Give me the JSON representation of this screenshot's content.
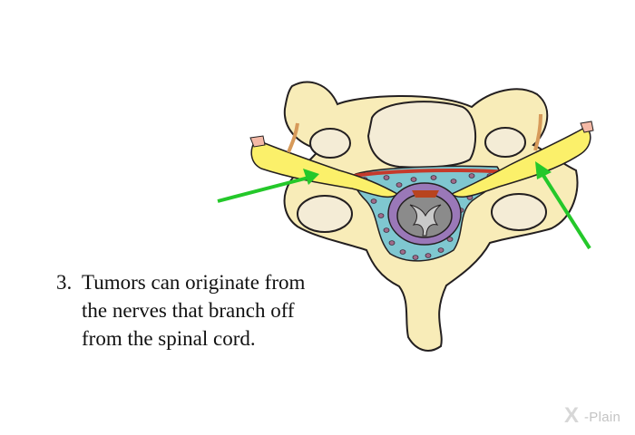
{
  "caption": {
    "number": "3.",
    "lines": [
      "Tumors can originate from",
      "the nerves that branch off",
      "from the spinal cord."
    ]
  },
  "logo": {
    "mark": "X",
    "text": "-Plain"
  },
  "colors": {
    "bone": "#f8ecb8",
    "bone_outline": "#231f20",
    "disc": "#f4ecd6",
    "nerve": "#fbf06a",
    "dural_fat": "#7fc7d0",
    "artery": "#c53a2b",
    "arrow": "#24c82a",
    "cord_gray": "#8b8b8b",
    "cord_purple": "#9a78b8"
  }
}
